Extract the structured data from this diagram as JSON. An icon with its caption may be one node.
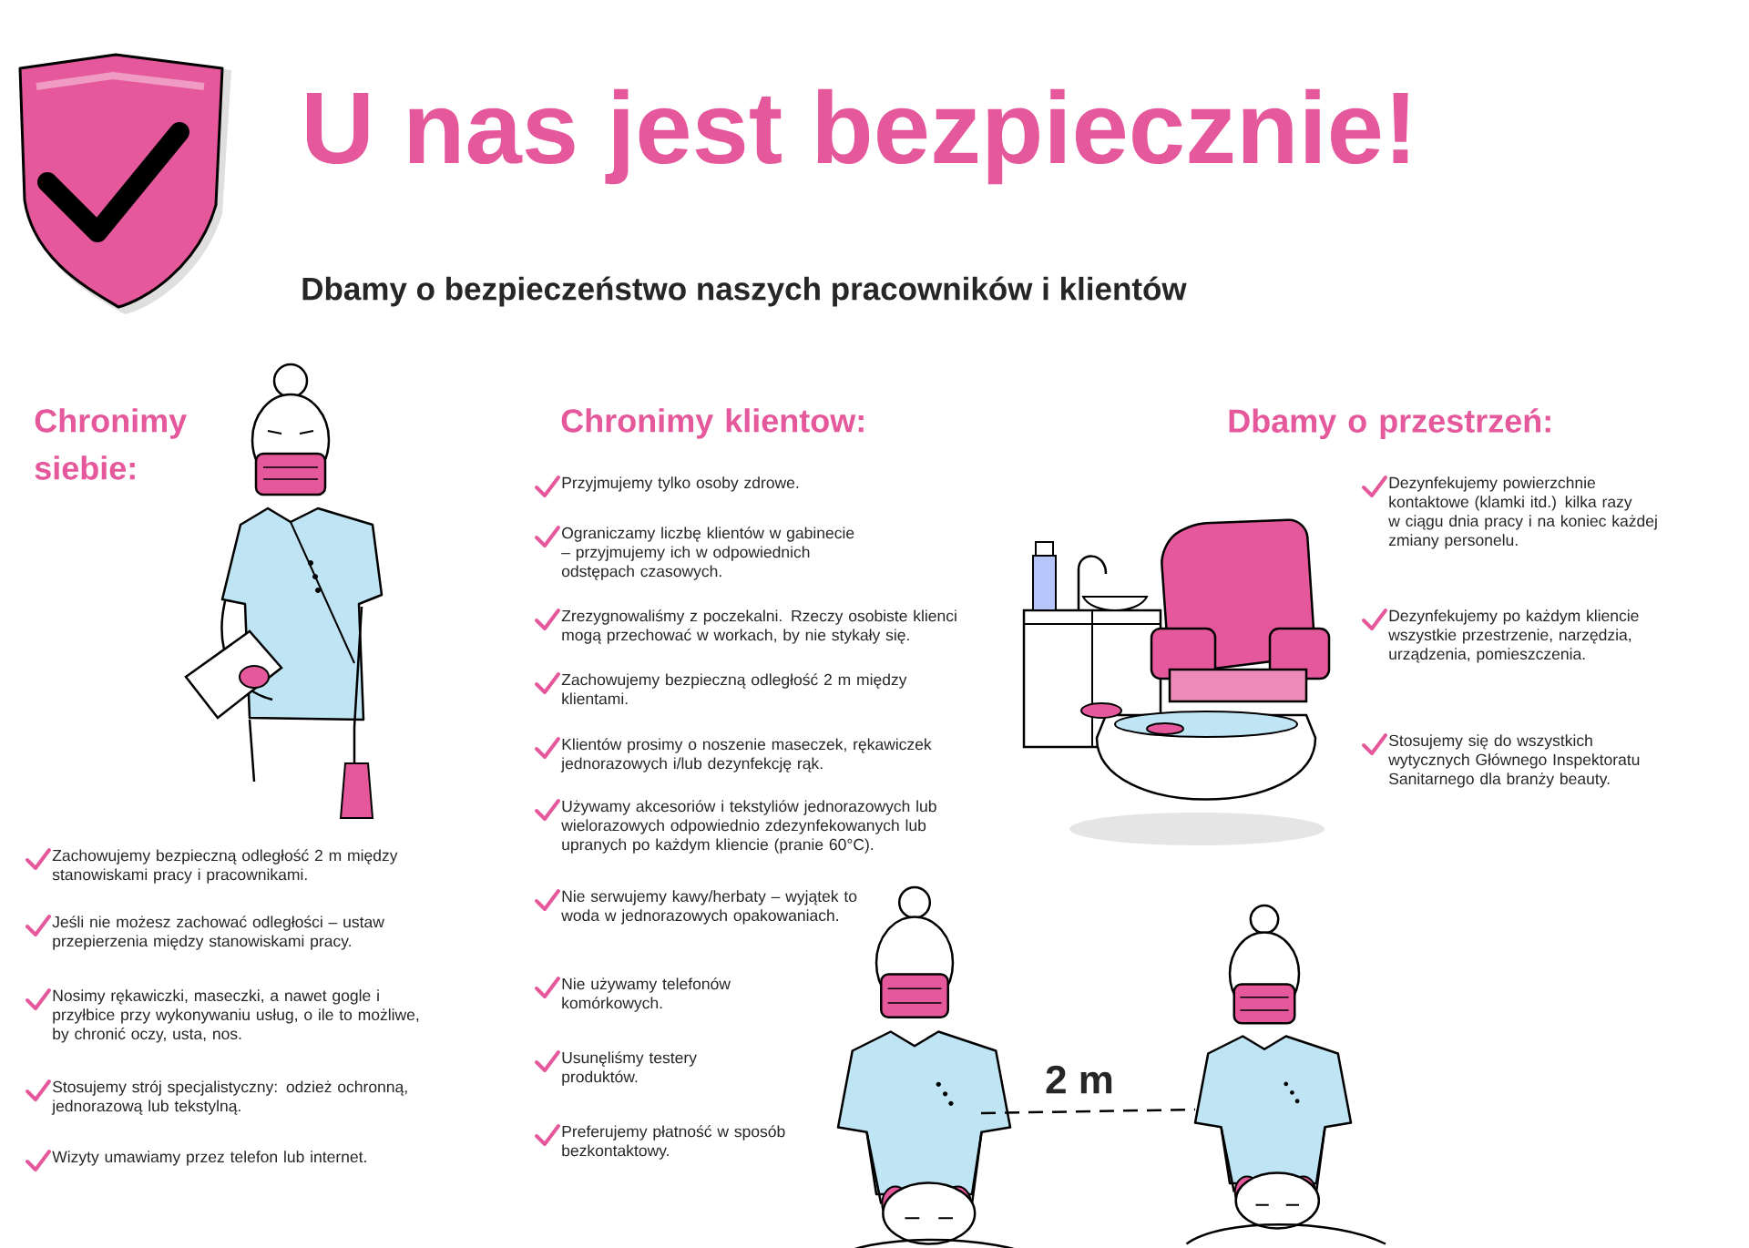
{
  "diagram": {
    "title": "U nas jest bezpiecznie!",
    "labels": [
      "Dbamy o bezpieczeństwo naszych pracowników i klientów",
      "Chronimy siebie:",
      "Zachowujemy bezpieczną odległość 2 m między stanowiskami pracy i pracownikami.",
      "Jeśli nie możesz zachować odległości – ustaw przepierzenia między stanowiskami pracy.",
      "Nosimy rękawiczki, maseczki, a nawet gogle i przyłbice przy wykonywaniu usług, o ile to możliwe, by chronić oczy, usta, nos.",
      "Stosujemy strój specjalistyczny: odzież ochronną, jednorazową lub tekstylną.",
      "Wizyty umawiamy przez telefon lub internet.",
      "Chronimy klientow:",
      "Przyjmujemy tylko osoby zdrowe.",
      "Ograniczamy liczbę klientów w gabinecie – przyjmujemy ich w odpowiednich odstępach czasowych.",
      "Zrezygnowaliśmy z poczekalni. Rzeczy osobiste klienci mogą przechować w workach, by nie stykały się.",
      "Zachowujemy bezpieczną odległość 2 m między klientami.",
      "Klientów prosimy o noszenie maseczek, rękawiczek jednorazowych i/lub dezynfekcję rąk.",
      "Używamy akcesoriów i tekstyliów jednorazowych lub wielorazowych odpowiednio zdezynfekowanych lub upranych po każdym kliencie (pranie 60°C).",
      "Nie serwujemy kawy/herbaty – wyjątek to woda w jednorazowych opakowaniach.",
      "Nie używamy telefonów komórkowych.",
      "Usunęliśmy testery produktów.",
      "Preferujemy płatność w sposób bezkontaktowy.",
      "Dbamy o przestrzeń:",
      "Dezynfekujemy powierzchnie kontaktowe (klamki itd.) kilka razy w ciągu dnia pracy i na koniec każdej zmiany personelu.",
      "Dezynfekujemy po każdym kliencie wszystkie przestrzenie, narzędzia, urządzenia, pomieszczenia.",
      "Stosujemy się do wszystkich wytycznych Głównego Inspektoratu Sanitarnego dla branży beauty.",
      "2 m"
    ]
  }
}
